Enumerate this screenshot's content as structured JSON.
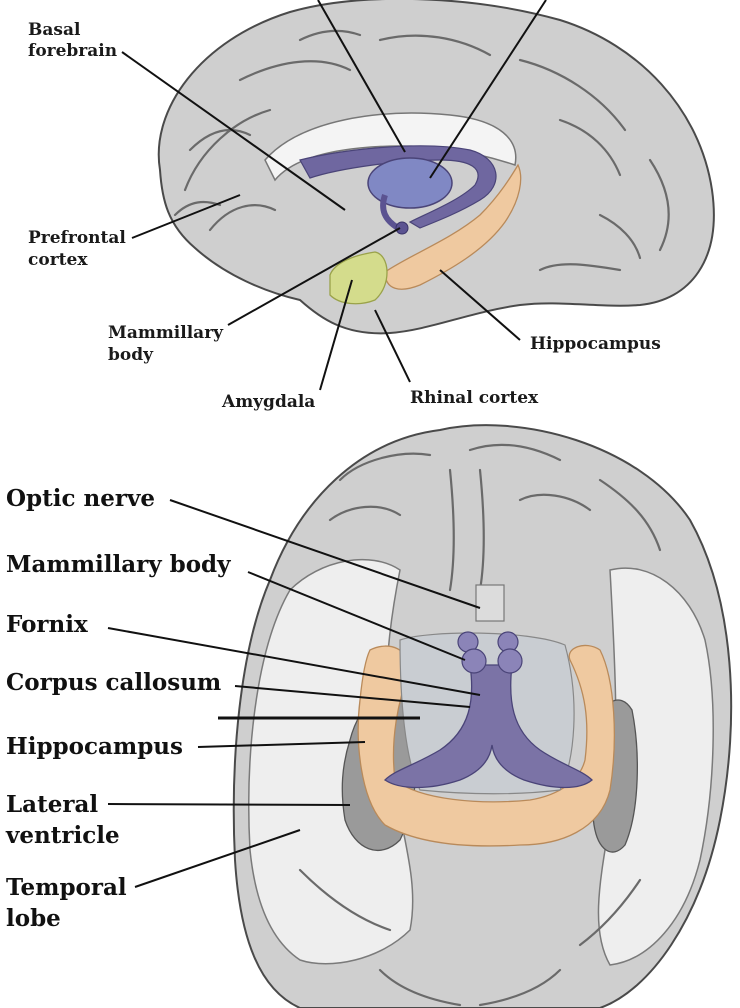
{
  "top_panel": {
    "labels": {
      "basal_forebrain": [
        "Basal",
        "forebrain"
      ],
      "prefrontal_cortex": [
        "Prefrontal",
        "cortex"
      ],
      "mammillary_body": [
        "Mammillary",
        "body"
      ],
      "amygdala": "Amygdala",
      "rhinal_cortex": "Rhinal cortex",
      "hippocampus": "Hippocampus"
    }
  },
  "bottom_panel": {
    "labels": {
      "optic_nerve": "Optic nerve",
      "mammillary_body": "Mammillary body",
      "fornix": "Fornix",
      "corpus_callosum": "Corpus callosum",
      "hippocampus": "Hippocampus",
      "lateral_ventricle": [
        "Lateral",
        "ventricle"
      ],
      "temporal_lobe": [
        "Temporal",
        "lobe"
      ]
    }
  },
  "colors": {
    "hippocampus": "#efc9a0",
    "fornix": "#7b73a6",
    "thalamus_blue": "#8088c4",
    "amygdala": "#d4dc8c",
    "cortex_gray": "#cfcfcf",
    "white_matter": "#eeeeee"
  }
}
